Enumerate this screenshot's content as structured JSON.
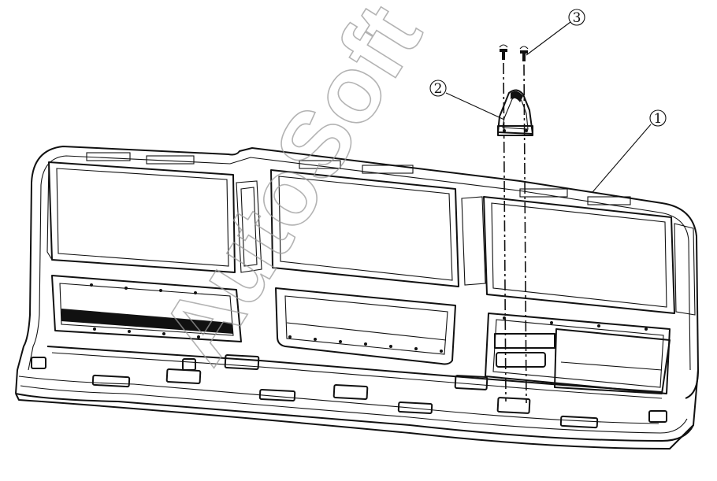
{
  "diagram": {
    "watermark": "AutoSoft",
    "callouts": [
      {
        "id": "1",
        "label": "1"
      },
      {
        "id": "2",
        "label": "2"
      },
      {
        "id": "3",
        "label": "3"
      }
    ]
  }
}
